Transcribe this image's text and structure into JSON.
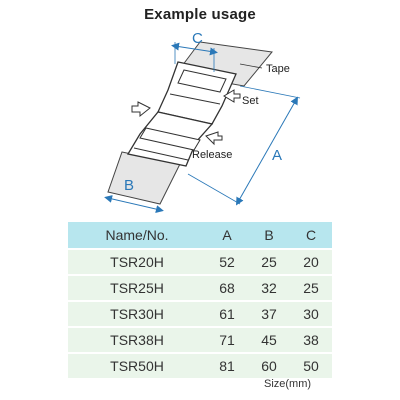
{
  "title": "Example usage",
  "diagram": {
    "labels": {
      "a": "A",
      "b": "B",
      "c": "C",
      "tape": "Tape",
      "set": "Set",
      "release": "Release"
    },
    "colors": {
      "dimension": "#2a78b8",
      "tape": "#e8e8e8",
      "buckle": "#ffffff"
    }
  },
  "table": {
    "headers": [
      "Name/No.",
      "A",
      "B",
      "C"
    ],
    "rows": [
      [
        "TSR20H",
        "52",
        "25",
        "20"
      ],
      [
        "TSR25H",
        "68",
        "32",
        "25"
      ],
      [
        "TSR30H",
        "61",
        "37",
        "30"
      ],
      [
        "TSR38H",
        "71",
        "45",
        "38"
      ],
      [
        "TSR50H",
        "81",
        "60",
        "50"
      ]
    ],
    "unit_note": "Size(mm)",
    "colors": {
      "header_bg": "#b7e6ee",
      "row_bg": "#eaf5ea"
    }
  }
}
